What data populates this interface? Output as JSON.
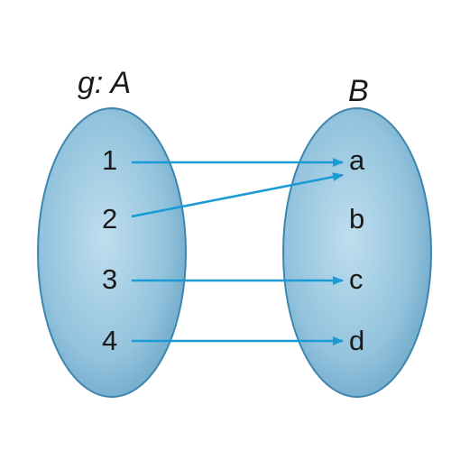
{
  "domain_set": {
    "title": "g: A",
    "elements": [
      "1",
      "2",
      "3",
      "4"
    ]
  },
  "codomain_set": {
    "title": "B",
    "elements": [
      "a",
      "b",
      "c",
      "d"
    ]
  },
  "mapping": [
    {
      "from": "1",
      "to": "a"
    },
    {
      "from": "2",
      "to": "a"
    },
    {
      "from": "3",
      "to": "c"
    },
    {
      "from": "4",
      "to": "d"
    }
  ],
  "colors": {
    "ellipse_fill_light": "#b7d9eb",
    "ellipse_fill_dark": "#6fa9c9",
    "ellipse_stroke": "#3d86ad",
    "arrow": "#1b9bd6",
    "text": "#1a1a1a"
  }
}
